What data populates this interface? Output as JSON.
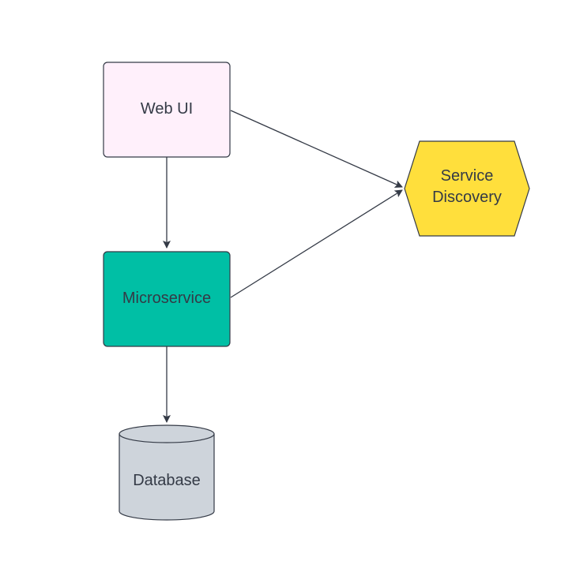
{
  "diagram": {
    "nodes": {
      "web_ui": {
        "label": "Web UI",
        "shape": "rounded-rectangle",
        "fill": "#FFF0FB",
        "stroke": "#343A46"
      },
      "microservice": {
        "label": "Microservice",
        "shape": "rounded-rectangle",
        "fill": "#00BFA5",
        "stroke": "#343A46"
      },
      "database": {
        "label": "Database",
        "shape": "cylinder",
        "fill": "#CED4DB",
        "stroke": "#343A46"
      },
      "service_discovery": {
        "label_line1": "Service",
        "label_line2": "Discovery",
        "shape": "hexagon",
        "fill": "#FFDF3C",
        "stroke": "#343A46"
      }
    },
    "edges": [
      {
        "from": "web_ui",
        "to": "microservice"
      },
      {
        "from": "microservice",
        "to": "database"
      },
      {
        "from": "web_ui",
        "to": "service_discovery"
      },
      {
        "from": "microservice",
        "to": "service_discovery"
      }
    ],
    "edge_color": "#343A46"
  }
}
